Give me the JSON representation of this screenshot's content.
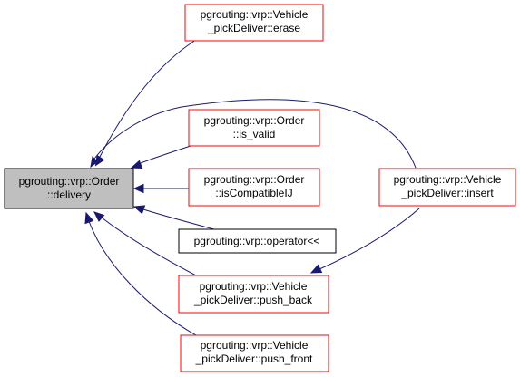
{
  "diagram": {
    "colors": {
      "edge": "#191970",
      "focus_fill": "#bfbfbf",
      "focus_border": "#000000",
      "linked_border": "#ff0000",
      "plain_border": "#000000",
      "node_fill": "#ffffff"
    },
    "nodes": {
      "delivery": {
        "line1": "pgrouting::vrp::Order",
        "line2": "::delivery"
      },
      "erase": {
        "line1": "pgrouting::vrp::Vehicle",
        "line2": "_pickDeliver::erase"
      },
      "is_valid": {
        "line1": "pgrouting::vrp::Order",
        "line2": "::is_valid"
      },
      "isCompatibleIJ": {
        "line1": "pgrouting::vrp::Order",
        "line2": "::isCompatibleIJ"
      },
      "operator": {
        "line1": "pgrouting::vrp::operator<<"
      },
      "push_back": {
        "line1": "pgrouting::vrp::Vehicle",
        "line2": "_pickDeliver::push_back"
      },
      "push_front": {
        "line1": "pgrouting::vrp::Vehicle",
        "line2": "_pickDeliver::push_front"
      },
      "insert": {
        "line1": "pgrouting::vrp::Vehicle",
        "line2": "_pickDeliver::insert"
      }
    },
    "edges": [
      {
        "from": "erase",
        "to": "delivery"
      },
      {
        "from": "insert",
        "to": "delivery"
      },
      {
        "from": "is_valid",
        "to": "delivery"
      },
      {
        "from": "isCompatibleIJ",
        "to": "delivery"
      },
      {
        "from": "operator",
        "to": "delivery"
      },
      {
        "from": "push_back",
        "to": "delivery"
      },
      {
        "from": "push_front",
        "to": "delivery"
      },
      {
        "from": "insert",
        "to": "push_back"
      }
    ]
  }
}
